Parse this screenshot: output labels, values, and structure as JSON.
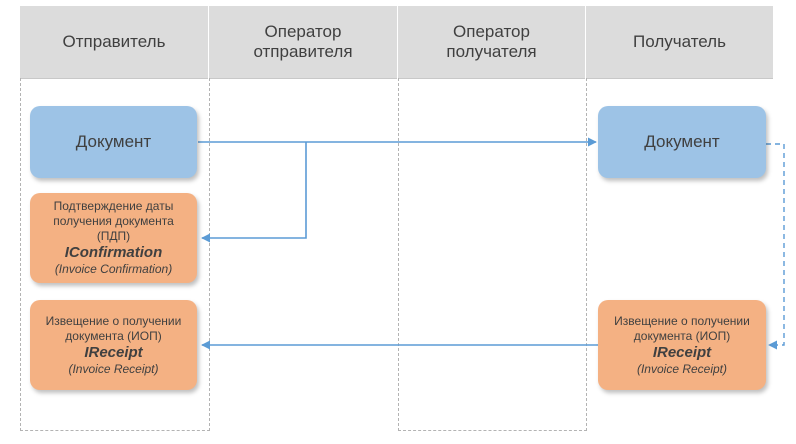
{
  "lanes": [
    {
      "title": "Отправитель"
    },
    {
      "title": "Оператор отправителя"
    },
    {
      "title": "Оператор получателя"
    },
    {
      "title": "Получатель"
    }
  ],
  "sender_document": {
    "label": "Документ"
  },
  "receiver_document": {
    "label": "Документ"
  },
  "pdp": {
    "description": "Подтверждение даты получения документа (ПДП)",
    "code": "IConfirmation",
    "english": "(Invoice Confirmation)"
  },
  "iop_sender": {
    "description": "Извещение о получении документа (ИОП)",
    "code": "IReceipt",
    "english": "(Invoice Receipt)"
  },
  "iop_receiver": {
    "description": "Извещение о получении документа (ИОП)",
    "code": "IReceipt",
    "english": "(Invoice Receipt)"
  },
  "colors": {
    "document_fill": "#9dc3e6",
    "notice_fill": "#f4b183",
    "arrow": "#5b9bd5",
    "header_fill": "#dcdcdc"
  }
}
